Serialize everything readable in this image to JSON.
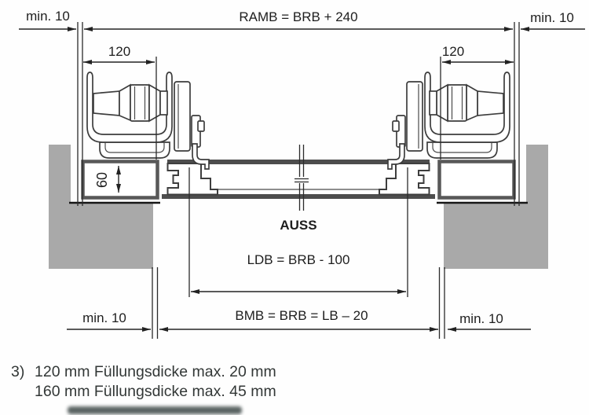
{
  "diagram": {
    "dimensions": {
      "ramb": "RAMB = BRB + 240",
      "min10_top_left": "min. 10",
      "min10_top_right": "min. 10",
      "min10_bottom_left": "min. 10",
      "min10_bottom_right": "min. 10",
      "roller_width_left": "120",
      "roller_width_right": "120",
      "frame_height": "60",
      "auss": "AUSS",
      "ldb": "LDB = BRB - 100",
      "bmb": "BMB = BRB = LB – 20"
    },
    "footnote": {
      "marker": "3)",
      "line1": "120 mm Füllungsdicke max. 20 mm",
      "line2": "160 mm Füllungsdicke max. 45 mm"
    },
    "colors": {
      "background": "#fefefe",
      "wall_fill": "#a9a9a9",
      "line": "#242424",
      "profile_border": "#585858",
      "panel_strip": "#4d4d4d",
      "footnote_text": "#323736"
    }
  }
}
